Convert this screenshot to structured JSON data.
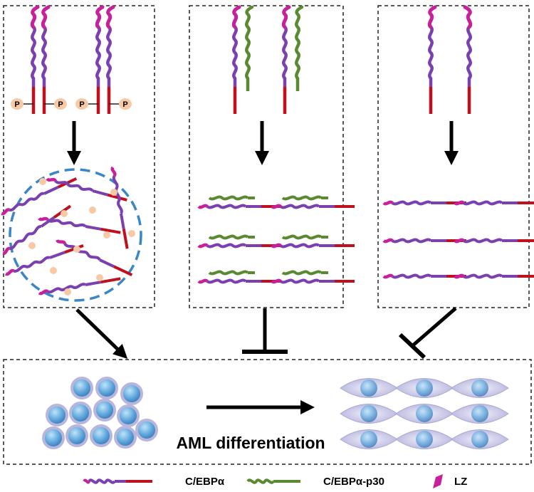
{
  "labels": {
    "differentiation": "AML differentiation",
    "phospho": "P"
  },
  "legend": [
    {
      "label": "C/EBPα",
      "icon": "cebpa-icon"
    },
    {
      "label": "C/EBPα-p30",
      "icon": "cebpa-p30-icon"
    },
    {
      "label": "LZ",
      "icon": "lz-icon"
    }
  ],
  "colors": {
    "purple": "#7b3fb0",
    "magenta": "#c8209a",
    "red": "#c0101e",
    "green": "#5a8a30",
    "phospho_fill": "#f7c9a5",
    "circle_dash": "#3a86c6",
    "cell_blue": "#4a8ccc"
  }
}
